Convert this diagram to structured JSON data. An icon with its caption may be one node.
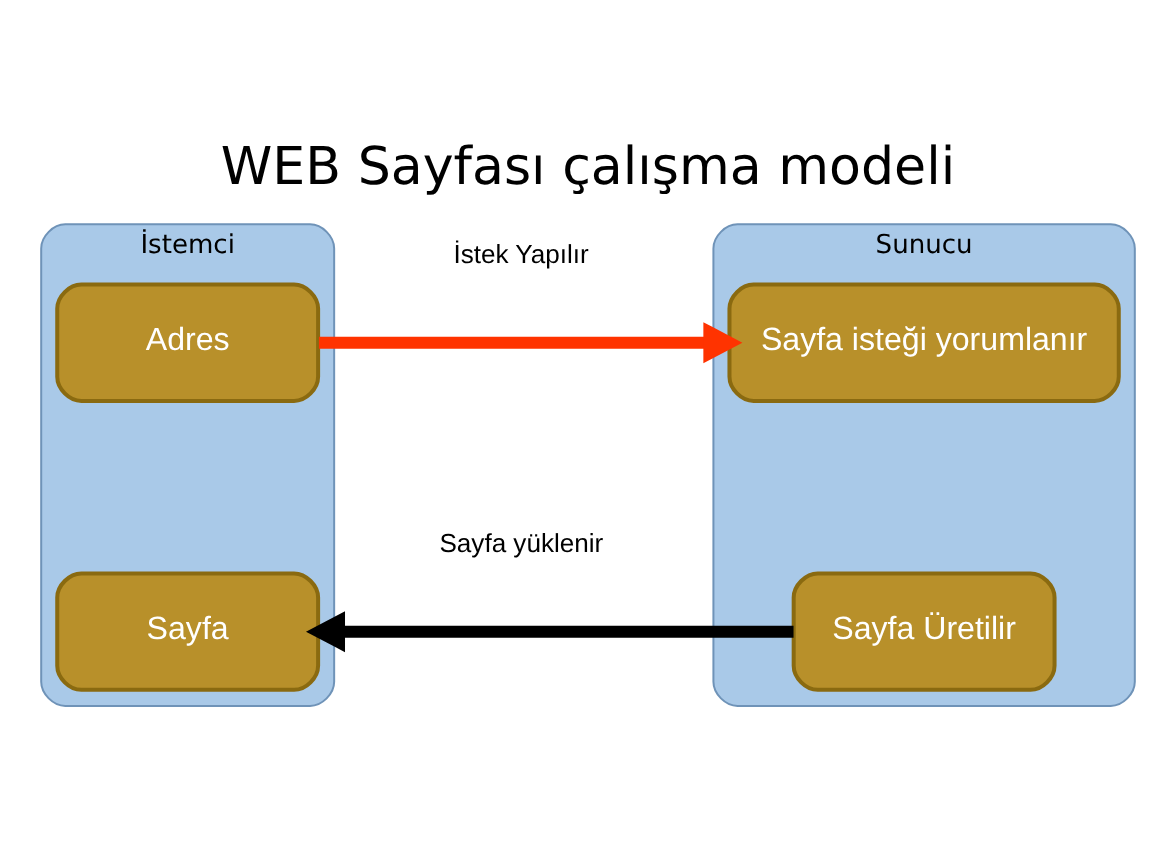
{
  "diagram": {
    "title": "WEB Sayfası çalışma modeli",
    "nodes": [
      {
        "text": [
          "İstemci"
        ]
      },
      {
        "text": [
          "Adres"
        ],
        "in": 0
      },
      {
        "text": [
          "Sayfa"
        ],
        "in": 0
      },
      {
        "text": [
          "Sunucu"
        ]
      },
      {
        "text": [
          "Sayfa isteği yorumlanır"
        ],
        "in": 3
      },
      {
        "text": [
          "Sayfa Üretilir"
        ],
        "in": 3
      }
    ],
    "edges": [
      {
        "from": 1,
        "to": 4,
        "arrow": "to",
        "label": "İstek Yapılır",
        "color": "#ff3300"
      },
      {
        "from": 5,
        "to": 2,
        "arrow": "to",
        "label": "Sayfa yüklenir",
        "color": "#000000"
      }
    ]
  }
}
